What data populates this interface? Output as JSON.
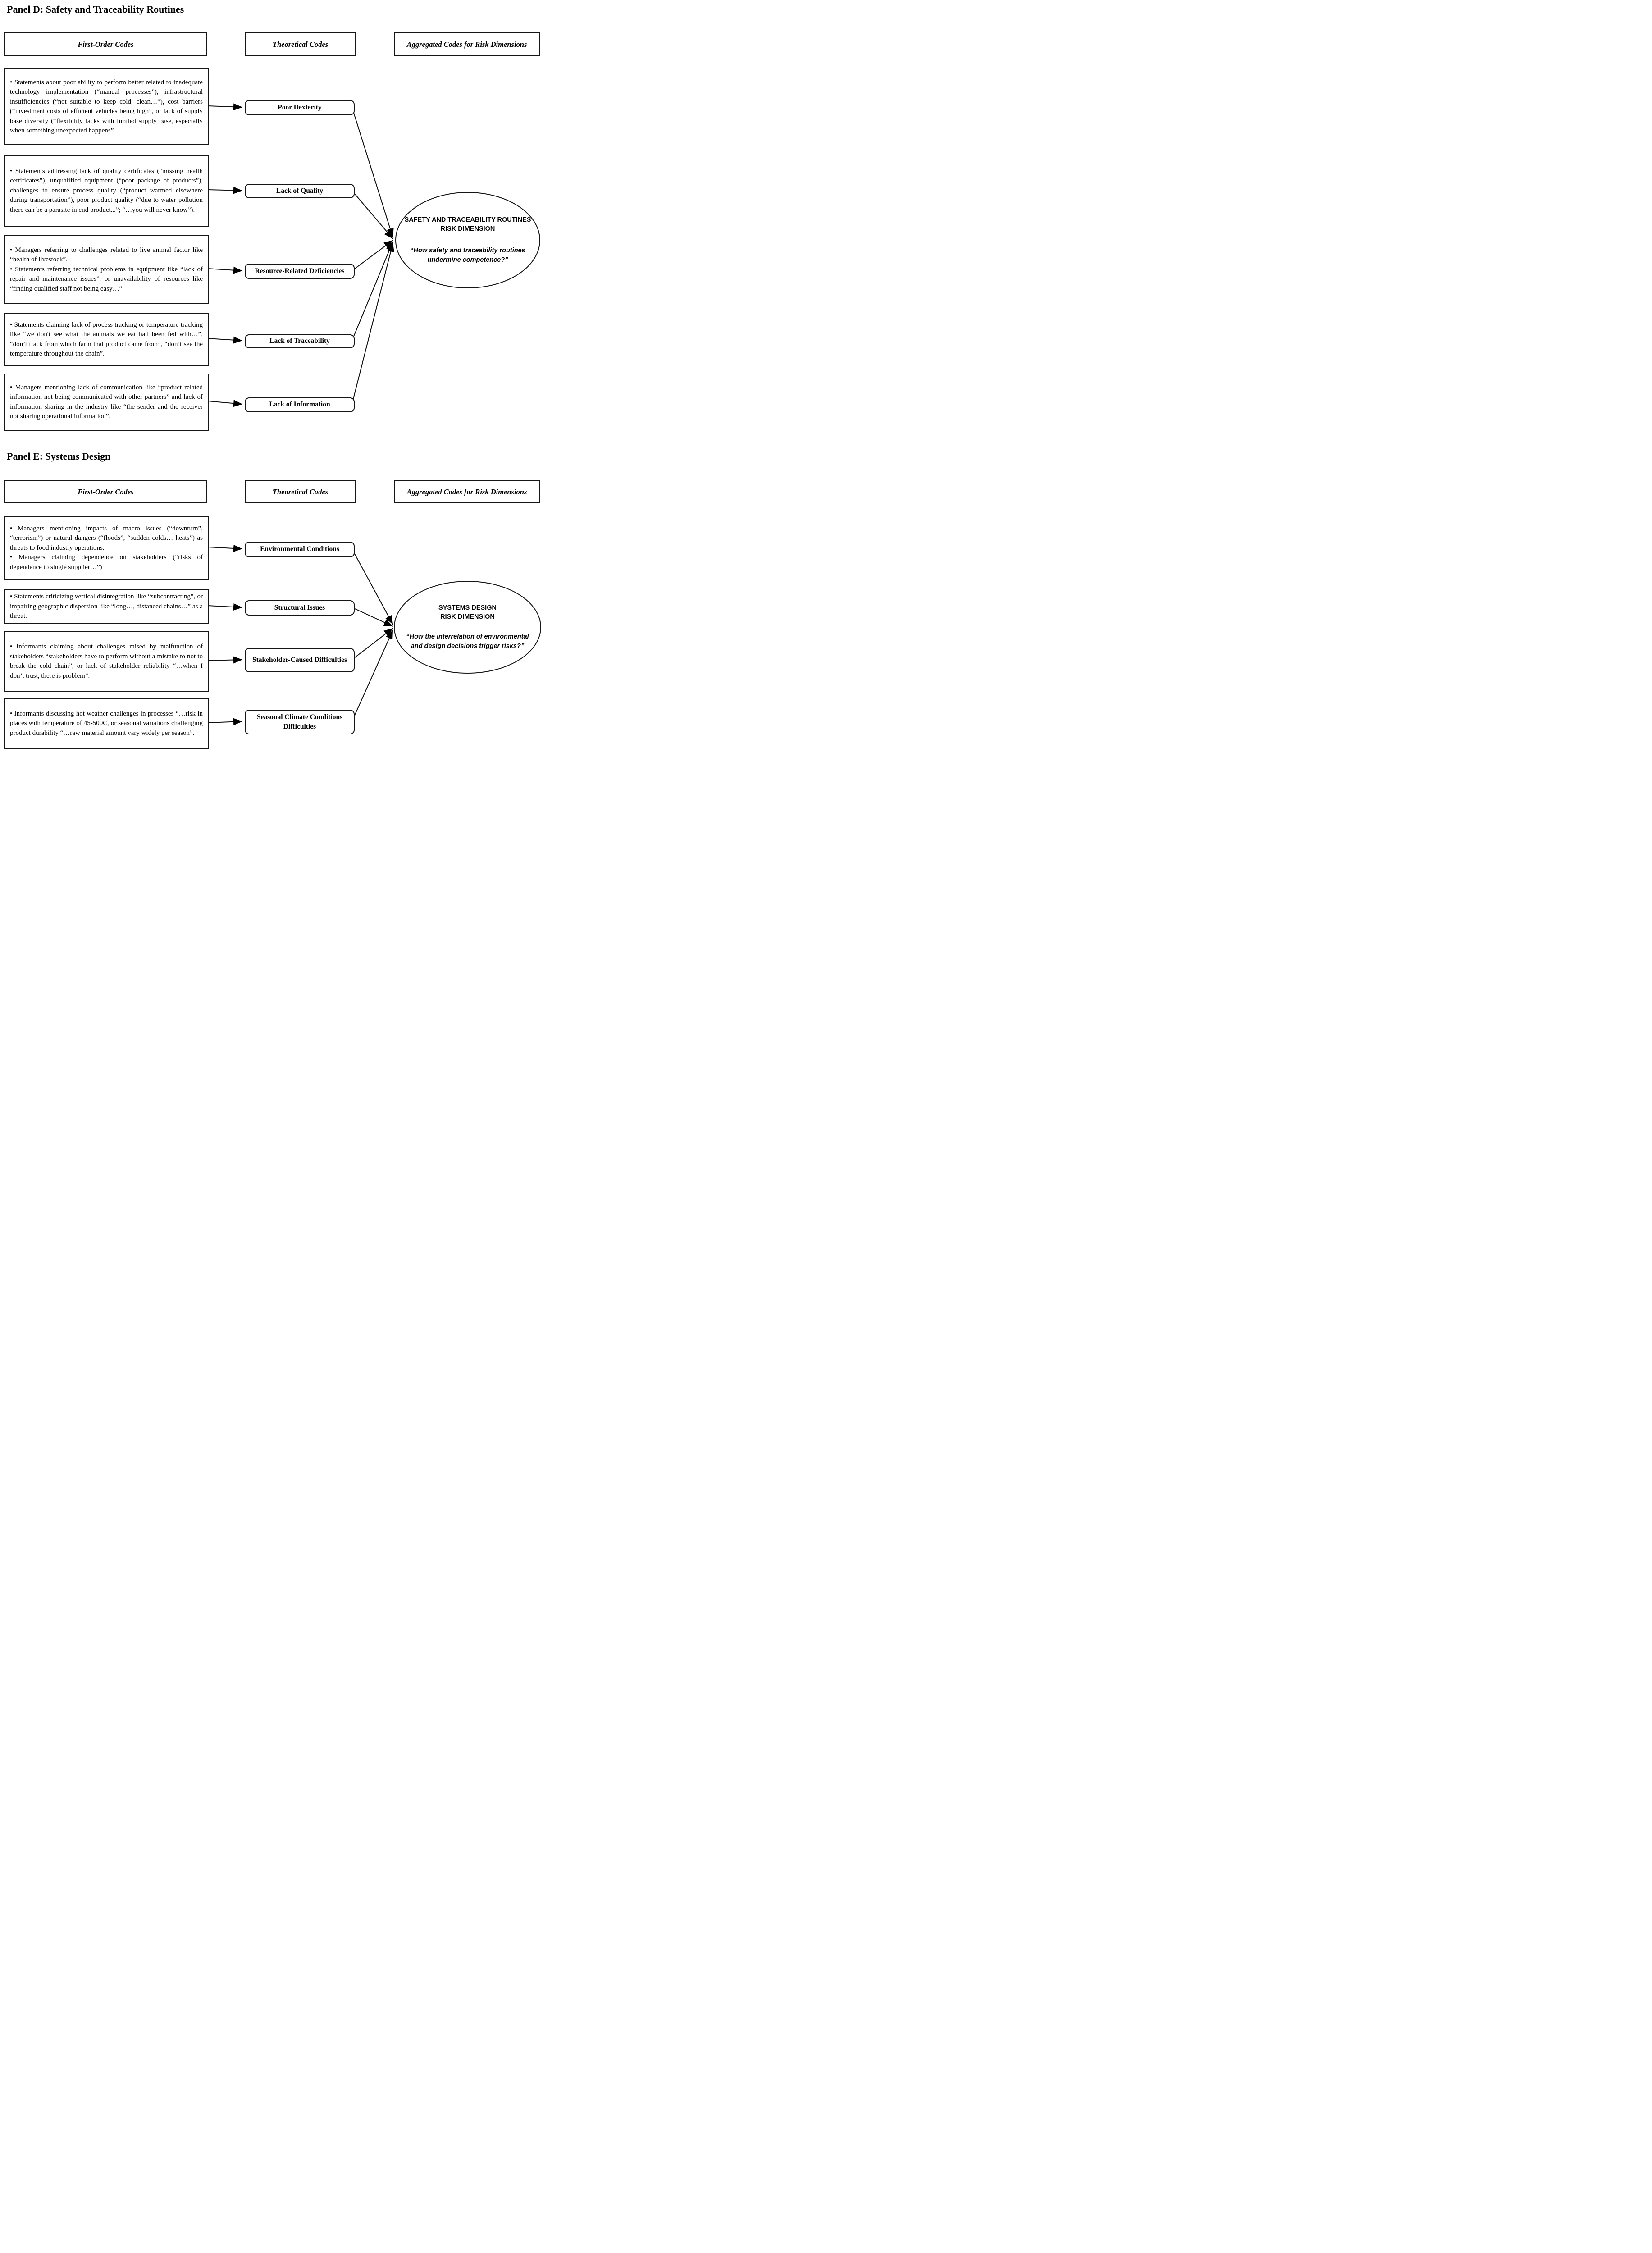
{
  "colors": {
    "ink": "#000000",
    "background": "#ffffff"
  },
  "panel_d": {
    "title": "Panel D: Safety and Traceability Routines",
    "headers": {
      "first_order": "First-Order Codes",
      "theoretical": "Theoretical Codes",
      "aggregated": "Aggregated Codes for Risk Dimensions"
    },
    "first_order": [
      {
        "paragraphs": [
          "• Statements about poor ability to perform better related to inadequate technology implementation (“manual processes”), infrastructural insufficiencies (“not suitable to keep cold, clean…”), cost barriers (“investment costs of efficient vehicles being high”, or lack of supply base diversity (“flexibility lacks with limited supply base, especially when something unexpected happens”."
        ]
      },
      {
        "paragraphs": [
          "• Statements addressing lack of quality certificates (“missing health certificates”), unqualified equipment (“poor package of products”), challenges to ensure process quality (“product warmed elsewhere during transportation”), poor product quality (“due to water pollution there can be a parasite in end product...”; “…you will never know”)."
        ]
      },
      {
        "paragraphs": [
          "• Managers referring to challenges related to live animal factor like “health of livestock”.",
          "• Statements referring technical problems in equipment like “lack of repair and maintenance issues”, or unavailability of resources like “finding qualified staff not being easy…”."
        ]
      },
      {
        "paragraphs": [
          "• Statements claiming lack of process tracking or temperature tracking like “we don't see what the animals we eat had been fed with…”, “don’t track from which farm that product came from”, “don’t see the temperature throughout the chain”."
        ]
      },
      {
        "paragraphs": [
          "• Managers mentioning lack of communication like “product related information not being communicated with other partners” and lack of information sharing in the industry like “the sender and the receiver not sharing operational information”."
        ]
      }
    ],
    "theoretical": [
      "Poor Dexterity",
      "Lack of Quality",
      "Resource-Related Deficiencies",
      "Lack of Traceability",
      "Lack of Information"
    ],
    "aggregate": {
      "title_line1": "SAFETY AND TRACEABILITY ROUTINES",
      "title_line2": "RISK DIMENSION",
      "quote_line1": "“How safety and traceability routines",
      "quote_line2": "undermine competence?”"
    }
  },
  "panel_e": {
    "title": "Panel E: Systems Design",
    "headers": {
      "first_order": "First-Order Codes",
      "theoretical": "Theoretical Codes",
      "aggregated": "Aggregated Codes for Risk Dimensions"
    },
    "first_order": [
      {
        "paragraphs": [
          "• Managers mentioning impacts of macro issues (“downturn”, “terrorism”) or natural dangers (“floods”, “sudden colds… heats”) as threats to food industry operations.",
          "• Managers claiming dependence on stakeholders (“risks of dependence to single supplier…”)"
        ]
      },
      {
        "paragraphs": [
          "• Statements criticizing vertical disintegration like “subcontracting”, or impairing geographic dispersion like “long…, distanced chains…” as a threat."
        ]
      },
      {
        "paragraphs": [
          "• Informants claiming about challenges raised by malfunction of stakeholders “stakeholders have to perform without a mistake to not to break the cold chain”, or lack of stakeholder reliability “…when I don’t trust, there is problem”."
        ]
      },
      {
        "paragraphs": [
          "• Informants discussing hot weather challenges in processes “…risk in places with temperature of 45-500C, or seasonal variations challenging product durability “…raw material amount vary widely per season”."
        ]
      }
    ],
    "theoretical": [
      "Environmental Conditions",
      "Structural Issues",
      "Stakeholder-Caused Difficulties",
      "Seasonal Climate Conditions Difficulties"
    ],
    "aggregate": {
      "title_line1": "SYSTEMS DESIGN",
      "title_line2": "RISK DIMENSION",
      "quote_line1": "“How the interrelation of environmental",
      "quote_line2": "and design decisions trigger risks?”"
    }
  }
}
